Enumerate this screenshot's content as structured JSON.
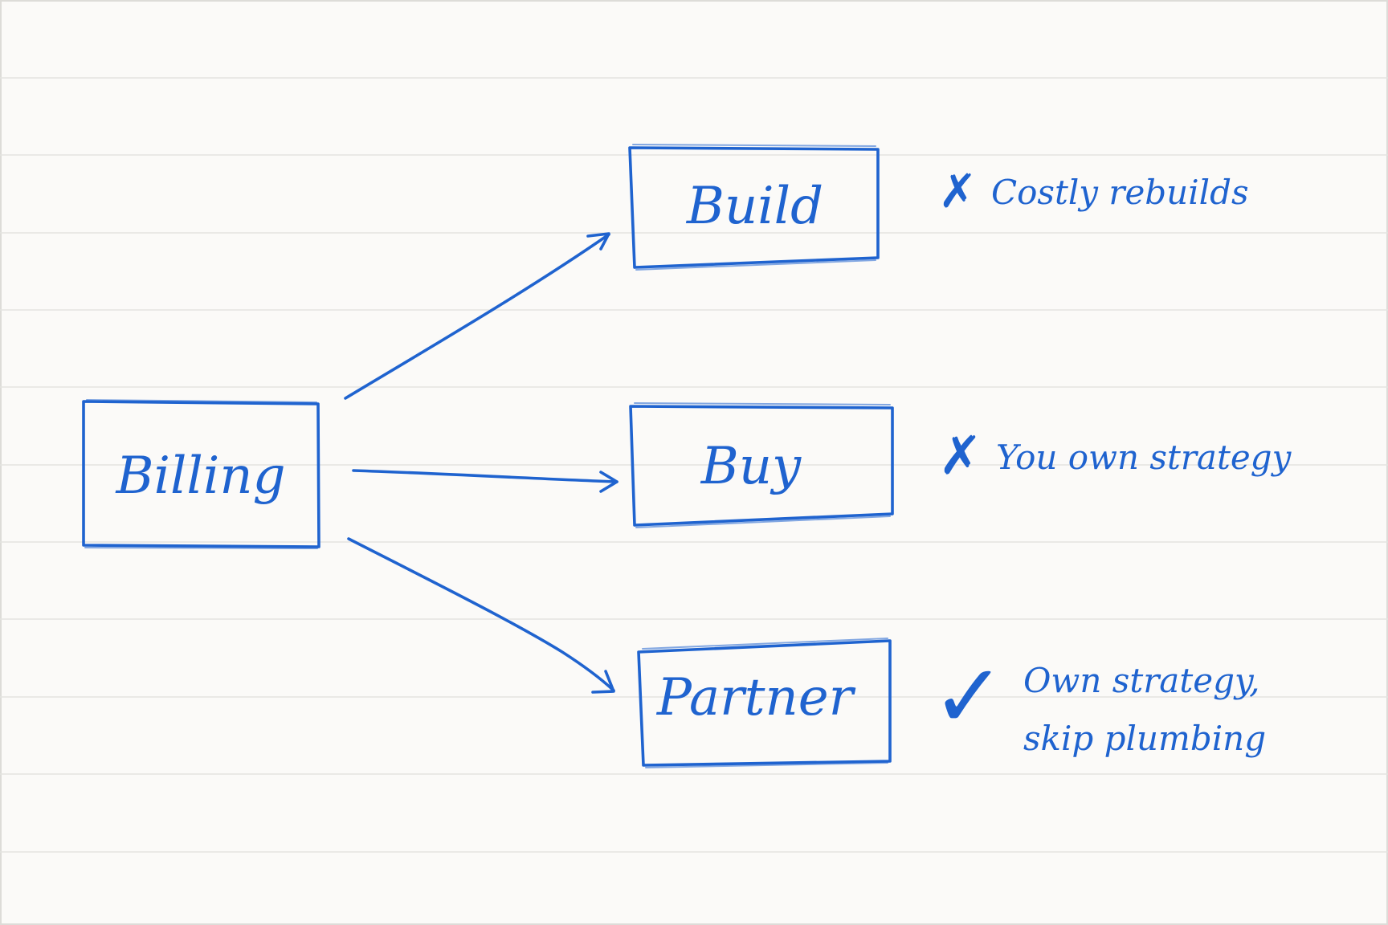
{
  "colors": {
    "ink": "#1f63cf",
    "paper": "#fbfaf8",
    "rule_line": "#e4e3e0",
    "border": "#dddcd8"
  },
  "nodes": {
    "source": {
      "label": "Billing"
    },
    "build": {
      "label": "Build"
    },
    "buy": {
      "label": "Buy"
    },
    "partner": {
      "label": "Partner"
    }
  },
  "notes": {
    "build": {
      "mark": "✗",
      "mark_icon": "cross-icon",
      "text": "Costly rebuilds"
    },
    "buy": {
      "mark": "✗",
      "mark_icon": "cross-icon",
      "text": "You own strategy"
    },
    "partner": {
      "mark": "✓",
      "mark_icon": "check-icon",
      "lines": [
        "Own strategy,",
        "skip plumbing"
      ]
    }
  }
}
